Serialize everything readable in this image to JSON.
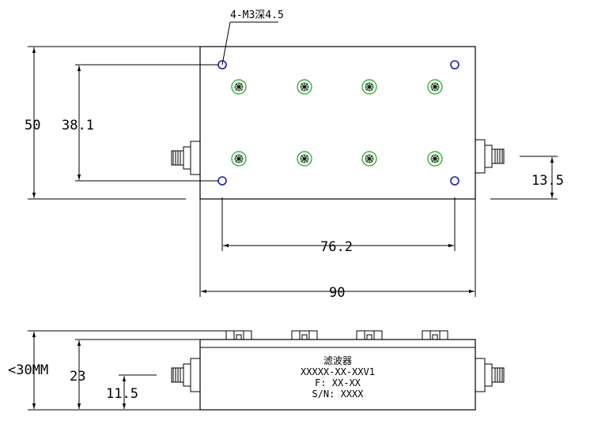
{
  "drawing": {
    "hole_callout": "4-M3深4.5",
    "dims": {
      "height_total": "50",
      "hole_spacing_vertical": "38.1",
      "connector_offset": "13.5",
      "hole_spacing_horizontal": "76.2",
      "width_total": "90",
      "side_height_max": "<30MM",
      "side_height": "23",
      "side_connector_height": "11.5"
    },
    "label": {
      "line1": "滤波器",
      "line2": "XXXXX-XX-XXV1",
      "line3": "F: XX-XX",
      "line4": "S/N: XXXX"
    }
  }
}
